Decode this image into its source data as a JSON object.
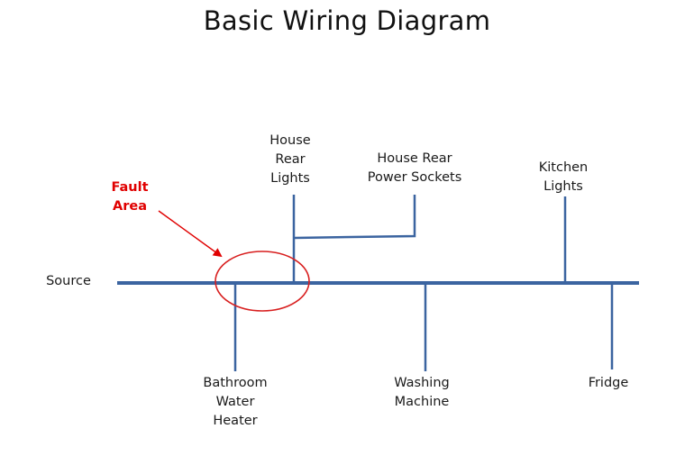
{
  "title": "Basic Wiring Diagram",
  "source_label": "Source",
  "fault_label": [
    "Fault",
    "Area"
  ],
  "branches": {
    "house_rear_lights": [
      "House",
      "Rear",
      "Lights"
    ],
    "house_rear_power_sockets": [
      "House Rear",
      "Power Sockets"
    ],
    "kitchen_lights": [
      "Kitchen",
      "Lights"
    ],
    "bathroom_water_heater": [
      "Bathroom",
      "Water",
      "Heater"
    ],
    "washing_machine": [
      "Washing",
      "Machine"
    ],
    "fridge": [
      "Fridge"
    ]
  },
  "colors": {
    "wire": "#3b64a0",
    "fault": "#e00000",
    "text": "#1a1a1a"
  }
}
